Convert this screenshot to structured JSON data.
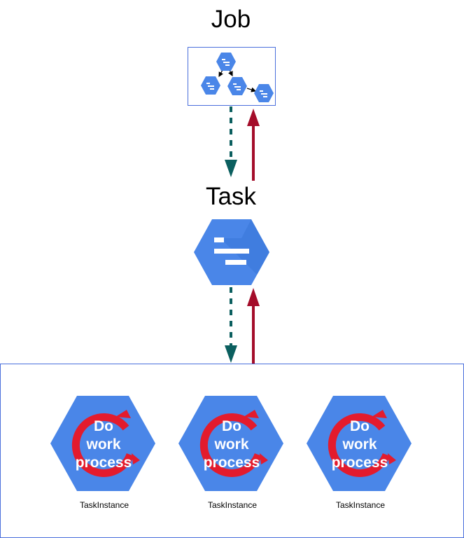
{
  "job": {
    "title": "Job"
  },
  "task": {
    "title": "Task"
  },
  "instances": [
    {
      "line1": "Do",
      "line2": "work",
      "line3": "process",
      "label": "TaskInstance"
    },
    {
      "line1": "Do",
      "line2": "work",
      "line3": "process",
      "label": "TaskInstance"
    },
    {
      "line1": "Do",
      "line2": "work",
      "line3": "process",
      "label": "TaskInstance"
    }
  ],
  "colors": {
    "hex_blue": "#4a86e8",
    "hex_shadow": "#3b78d8",
    "arrow_down": "#0b5f5f",
    "arrow_up": "#a40d2a",
    "frame": "#4a6fdc",
    "swoosh": "#e31b2d"
  }
}
